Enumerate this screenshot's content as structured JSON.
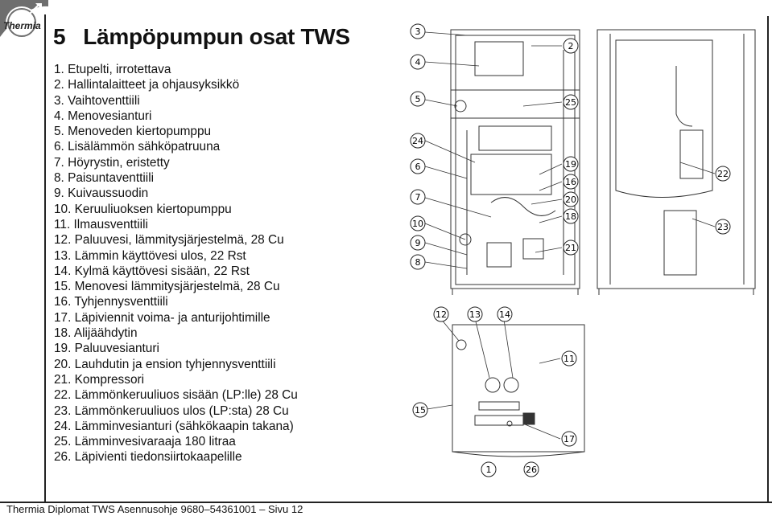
{
  "logo": {
    "text": "Thermia"
  },
  "header": {
    "number": "5",
    "title": "Lämpöpumpun osat TWS"
  },
  "parts": [
    "1. Etupelti, irrotettava",
    "2. Hallintalaitteet ja ohjausyksikkö",
    "3. Vaihtoventtiili",
    "4. Menovesianturi",
    "5. Menoveden kiertopumppu",
    "6. Lisälämmön sähköpatruuna",
    "7. Höyrystin, eristetty",
    "8. Paisuntaventtiili",
    "9. Kuivaussuodin",
    "10. Keruuliuoksen kiertopumppu",
    "11. Ilmausventtiili",
    "12. Paluuvesi, lämmitysjärjestelmä, 28 Cu",
    "13. Lämmin käyttövesi ulos, 22 Rst",
    "14. Kylmä käyttövesi sisään, 22 Rst",
    "15. Menovesi lämmitysjärjestelmä, 28 Cu",
    "16. Tyhjennysventtiili",
    "17. Läpiviennit voima- ja anturijohtimille",
    "18. Alijäähdytin",
    "19. Paluuvesianturi",
    "20. Lauhdutin ja ension tyhjennysventtiili",
    "21. Kompressori",
    "22. Lämmönkeruuliuos sisään (LP:lle) 28 Cu",
    "23. Lämmönkeruuliuos ulos (LP:sta) 28 Cu",
    "24. Lämminvesianturi (sähkökaapin takana)",
    "25. Lämminvesivaraaja 180 litraa",
    "26. Läpivienti tiedonsiirtokaapelille"
  ],
  "callouts": [
    "3",
    "4",
    "5",
    "24",
    "6",
    "7",
    "10",
    "9",
    "8",
    "2",
    "25",
    "19",
    "16",
    "20",
    "18",
    "21",
    "22",
    "23",
    "12",
    "13",
    "14",
    "11",
    "15",
    "17",
    "1",
    "26"
  ],
  "footer": {
    "text": "Thermia Diplomat TWS Asennusohje 9680–54361001 – Sivu 12"
  }
}
